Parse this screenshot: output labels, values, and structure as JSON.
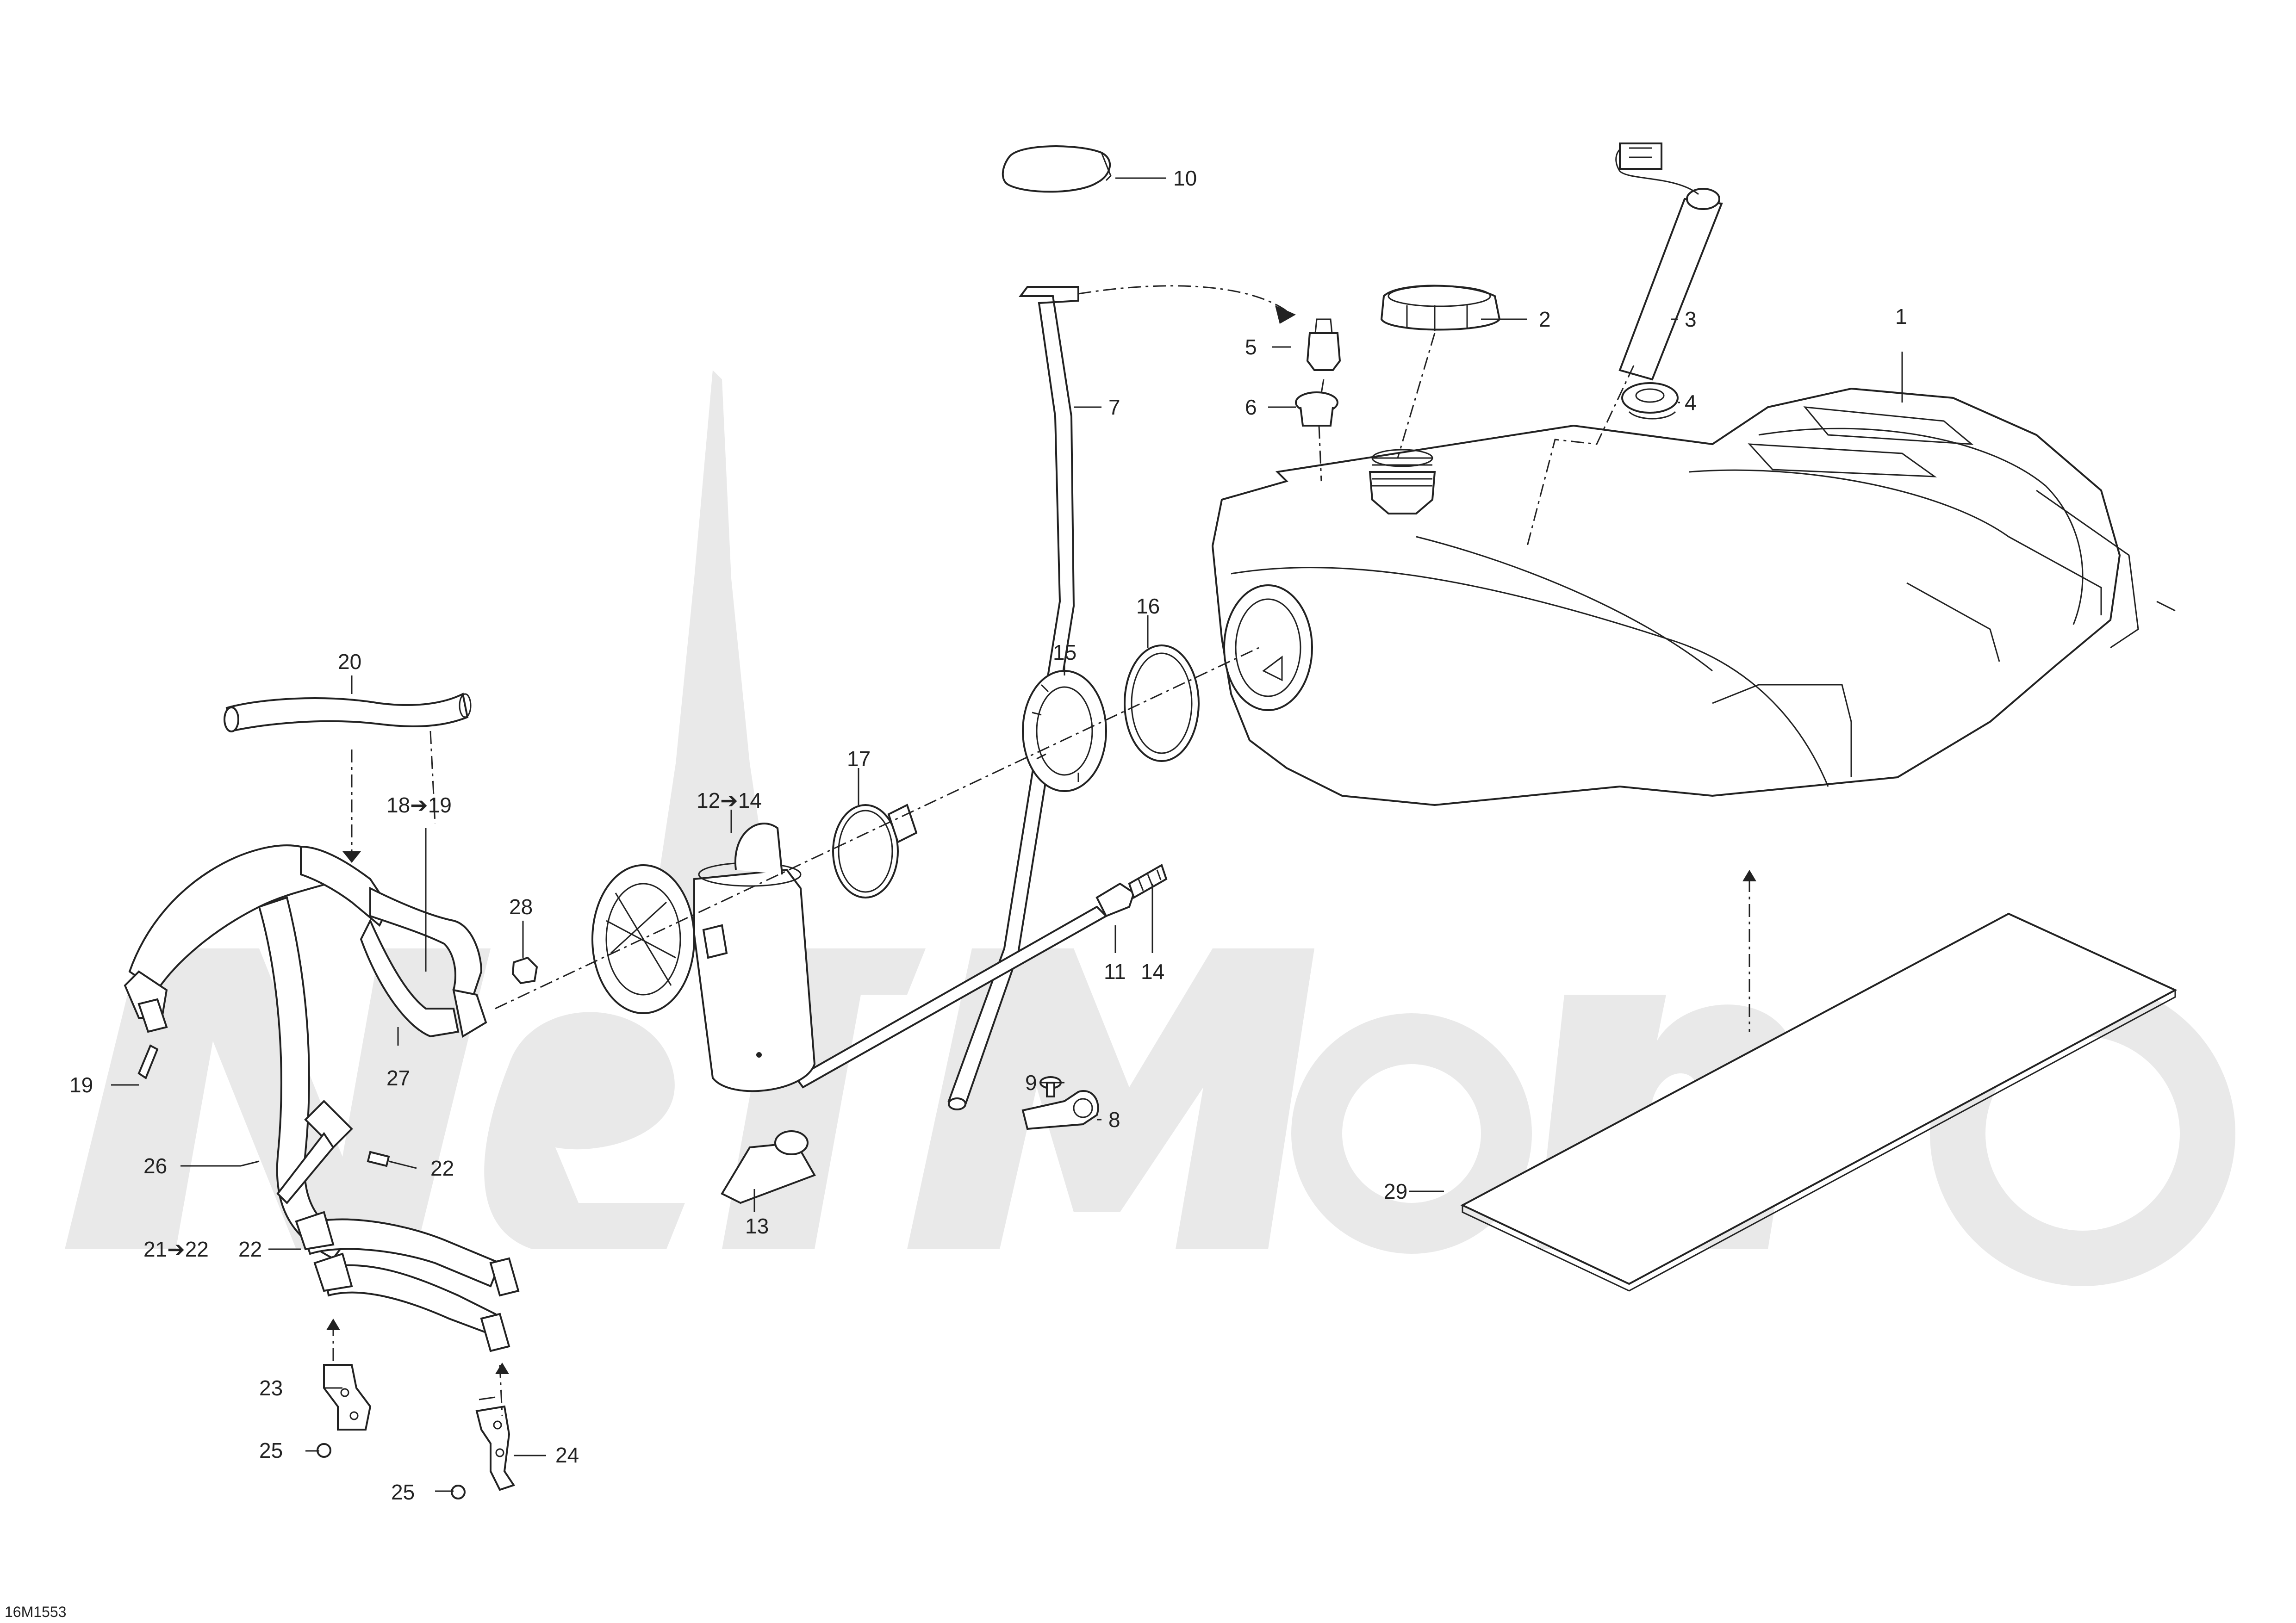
{
  "drawing_code": "16M1553",
  "callouts": [
    {
      "id": "c1",
      "text": "1"
    },
    {
      "id": "c2",
      "text": "2"
    },
    {
      "id": "c3",
      "text": "3"
    },
    {
      "id": "c4",
      "text": "4"
    },
    {
      "id": "c5",
      "text": "5"
    },
    {
      "id": "c6",
      "text": "6"
    },
    {
      "id": "c7",
      "text": "7"
    },
    {
      "id": "c8",
      "text": "8"
    },
    {
      "id": "c9",
      "text": "9"
    },
    {
      "id": "c10",
      "text": "10"
    },
    {
      "id": "c11",
      "text": "11"
    },
    {
      "id": "c12",
      "text": "12➔14"
    },
    {
      "id": "c13",
      "text": "13"
    },
    {
      "id": "c14",
      "text": "14"
    },
    {
      "id": "c15",
      "text": "15"
    },
    {
      "id": "c16",
      "text": "16"
    },
    {
      "id": "c17",
      "text": "17"
    },
    {
      "id": "c18",
      "text": "18➔19"
    },
    {
      "id": "c19",
      "text": "19"
    },
    {
      "id": "c20",
      "text": "20"
    },
    {
      "id": "c21",
      "text": "21➔22"
    },
    {
      "id": "c22",
      "text": "22"
    },
    {
      "id": "c22b",
      "text": "22"
    },
    {
      "id": "c23",
      "text": "23"
    },
    {
      "id": "c24",
      "text": "24"
    },
    {
      "id": "c25",
      "text": "25"
    },
    {
      "id": "c25b",
      "text": "25"
    },
    {
      "id": "c26",
      "text": "26"
    },
    {
      "id": "c27",
      "text": "27"
    },
    {
      "id": "c28",
      "text": "28"
    },
    {
      "id": "c29",
      "text": "29"
    }
  ]
}
